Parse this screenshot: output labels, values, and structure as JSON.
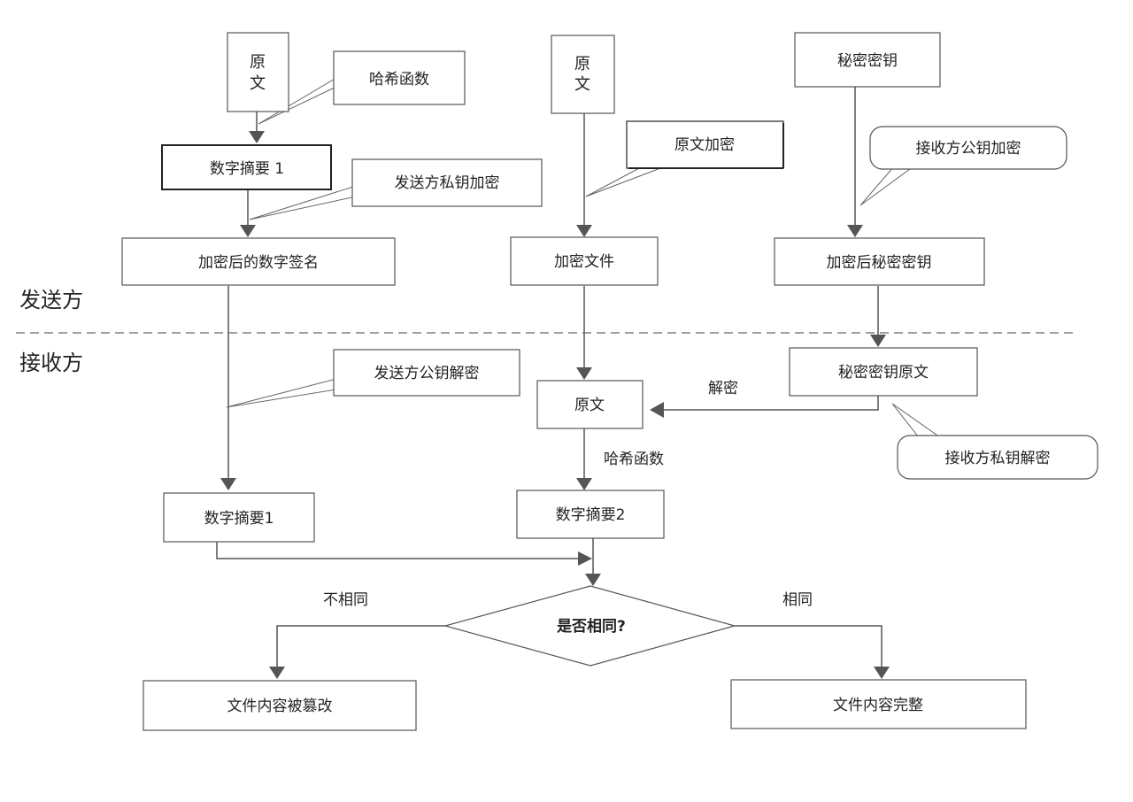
{
  "sections": {
    "sender": "发送方",
    "receiver": "接收方"
  },
  "boxes": {
    "plaintext_1": [
      "原",
      "文"
    ],
    "plaintext_2": [
      "原",
      "文"
    ],
    "secret_key": "秘密密钥",
    "digest_1_sender": "数字摘要 1",
    "signed_digest": "加密后的数字签名",
    "encrypted_file": "加密文件",
    "encrypted_key": "加密后秘密密钥",
    "key_plaintext": "秘密密钥原文",
    "plaintext_recv": "原文",
    "digest_1_recv": "数字摘要1",
    "digest_2": "数字摘要2",
    "decision": "是否相同?",
    "tampered": "文件内容被篡改",
    "intact": "文件内容完整"
  },
  "callouts": {
    "hash": "哈希函数",
    "sender_private_encrypt": "发送方私钥加密",
    "plaintext_encrypt": "原文加密",
    "receiver_public_encrypt": "接收方公钥加密",
    "sender_public_decrypt": "发送方公钥解密",
    "receiver_private_decrypt": "接收方私钥解密"
  },
  "labels": {
    "decrypt": "解密",
    "hash_recv": "哈希函数",
    "not_same": "不相同",
    "same": "相同"
  }
}
